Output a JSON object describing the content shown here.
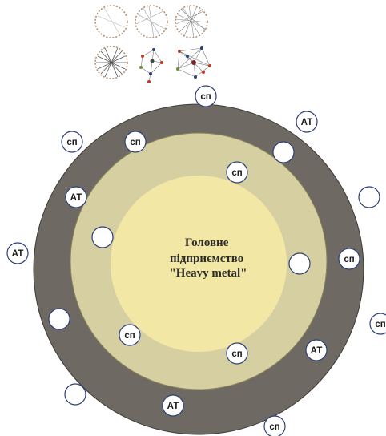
{
  "center": {
    "lines": [
      "Головне",
      "підприємство",
      "\"Heavy metal\""
    ]
  },
  "colors": {
    "outer_ring": "#6e6a63",
    "middle_ring": "#d6cfa1",
    "core": "#f3e7a6",
    "node_stroke": "#2c3e78",
    "node_fill": "#ffffff"
  },
  "node_labels": {
    "sp": "сп",
    "at": "АТ",
    "empty": ""
  },
  "thumbnails": [
    {
      "name": "sparse-ring-network"
    },
    {
      "name": "medium-ring-network"
    },
    {
      "name": "dense-ring-network"
    },
    {
      "name": "hub-ring-network"
    },
    {
      "name": "scattered-cluster-network"
    },
    {
      "name": "dense-cluster-network"
    }
  ]
}
